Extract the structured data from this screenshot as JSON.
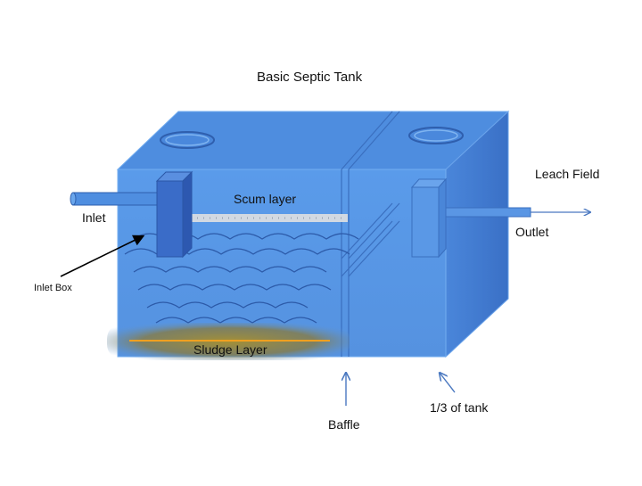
{
  "title": "Basic Septic Tank",
  "labels": {
    "scum_layer": "Scum layer",
    "inlet": "Inlet",
    "inlet_box": "Inlet Box",
    "sludge_layer": "Sludge Layer",
    "leach_field": "Leach Field",
    "outlet": "Outlet",
    "baffle": "Baffle",
    "third_of_tank": "1/3 of tank"
  },
  "colors": {
    "tank_front": "#5b9ae6",
    "tank_top": "#4f8fe0",
    "tank_side": "#3f7ad0",
    "tank_edge": "#6fa9ee",
    "pipe": "#4f8ee0",
    "inlet_box": "#3766c2",
    "sludge_glow": "#8a7a2e",
    "sludge_line": "#f0a020",
    "scum": "#d8d8d8",
    "arrow": "#4a78c0",
    "pointer": "#000000"
  }
}
